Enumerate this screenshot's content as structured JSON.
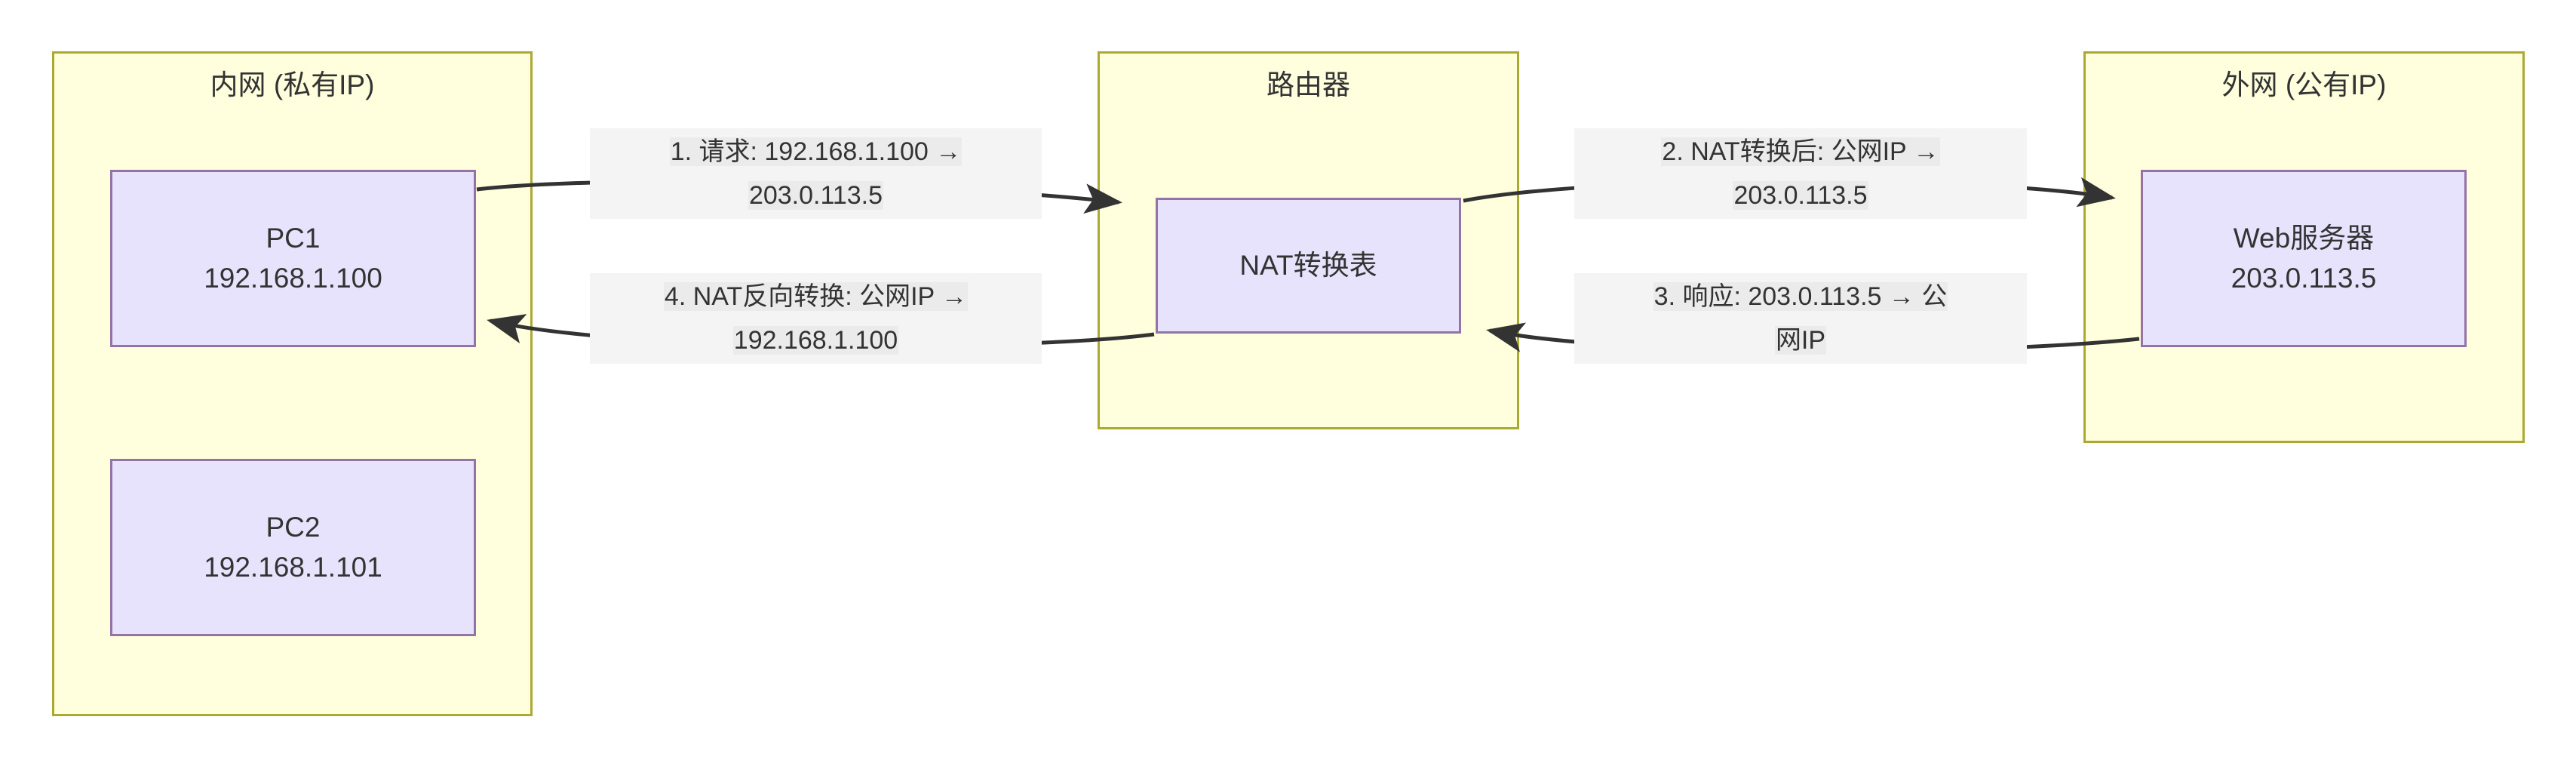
{
  "diagram": {
    "type": "network-flow-diagram",
    "clusters": [
      {
        "id": "intranet",
        "title": "内网 (私有IP)",
        "nodes": [
          {
            "id": "pc1",
            "lines": [
              "PC1",
              "192.168.1.100"
            ]
          },
          {
            "id": "pc2",
            "lines": [
              "PC2",
              "192.168.1.101"
            ]
          }
        ]
      },
      {
        "id": "router",
        "title": "路由器",
        "nodes": [
          {
            "id": "nat",
            "lines": [
              "NAT转换表"
            ]
          }
        ]
      },
      {
        "id": "internet",
        "title": "外网 (公有IP)",
        "nodes": [
          {
            "id": "webserver",
            "lines": [
              "Web服务器",
              "203.0.113.5"
            ]
          }
        ]
      }
    ],
    "edges": [
      {
        "id": "edge-1",
        "from": "pc1",
        "to": "nat",
        "label_lines": [
          "1. 请求: 192.168.1.100 →",
          "203.0.113.5"
        ]
      },
      {
        "id": "edge-2",
        "from": "nat",
        "to": "webserver",
        "label_lines": [
          "2. NAT转换后: 公网IP →",
          "203.0.113.5"
        ]
      },
      {
        "id": "edge-3",
        "from": "webserver",
        "to": "nat",
        "label_lines": [
          "3. 响应: 203.0.113.5 → 公",
          "网IP"
        ]
      },
      {
        "id": "edge-4",
        "from": "nat",
        "to": "pc1",
        "label_lines": [
          "4. NAT反向转换: 公网IP →",
          "192.168.1.100"
        ]
      }
    ]
  },
  "colors": {
    "cluster_fill": "#ffffde",
    "cluster_stroke": "#aaaa33",
    "node_fill": "#e7e3fc",
    "node_stroke": "#9673a6",
    "edge_stroke": "#333333",
    "label_bg": "#f4f4f4",
    "label_text_bg": "#ebebeb",
    "text": "#333333",
    "page_bg": "#ffffff"
  }
}
